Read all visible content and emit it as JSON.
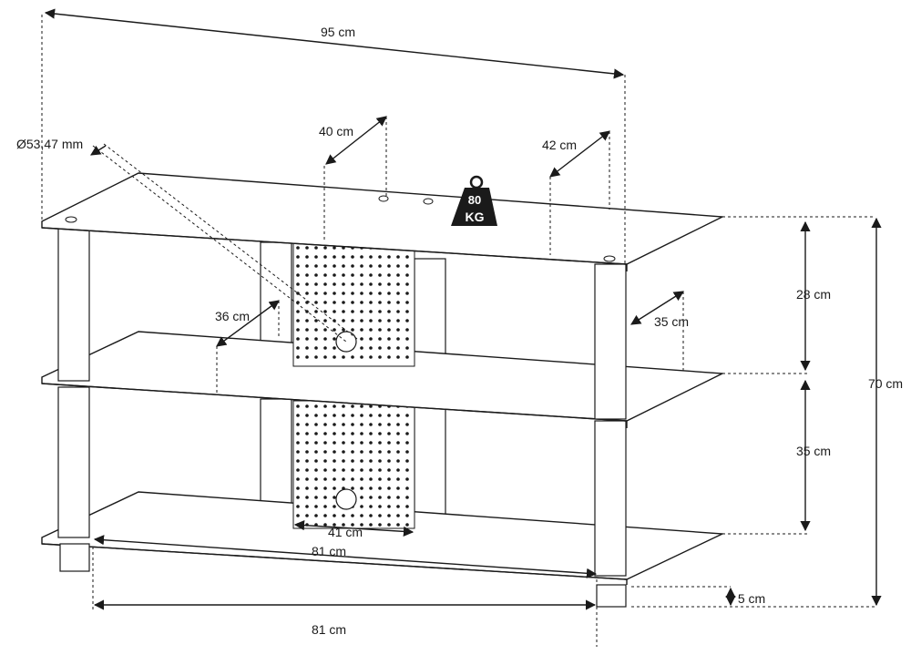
{
  "dimensions": {
    "overall_width": "95 cm",
    "diameter": "Ø53,47 mm",
    "panel_offset": "40 cm",
    "top_depth": "42 cm",
    "top_gap": "28 cm",
    "middle_depth": "35 cm",
    "middle_back_depth": "36 cm",
    "overall_height": "70 cm",
    "lower_gap": "35 cm",
    "panel_width": "41 cm",
    "bottom_inner_width": "81 cm",
    "bottom_width": "81 cm",
    "foot_height": "5 cm"
  },
  "load_badge": {
    "value": "80",
    "unit": "KG"
  }
}
